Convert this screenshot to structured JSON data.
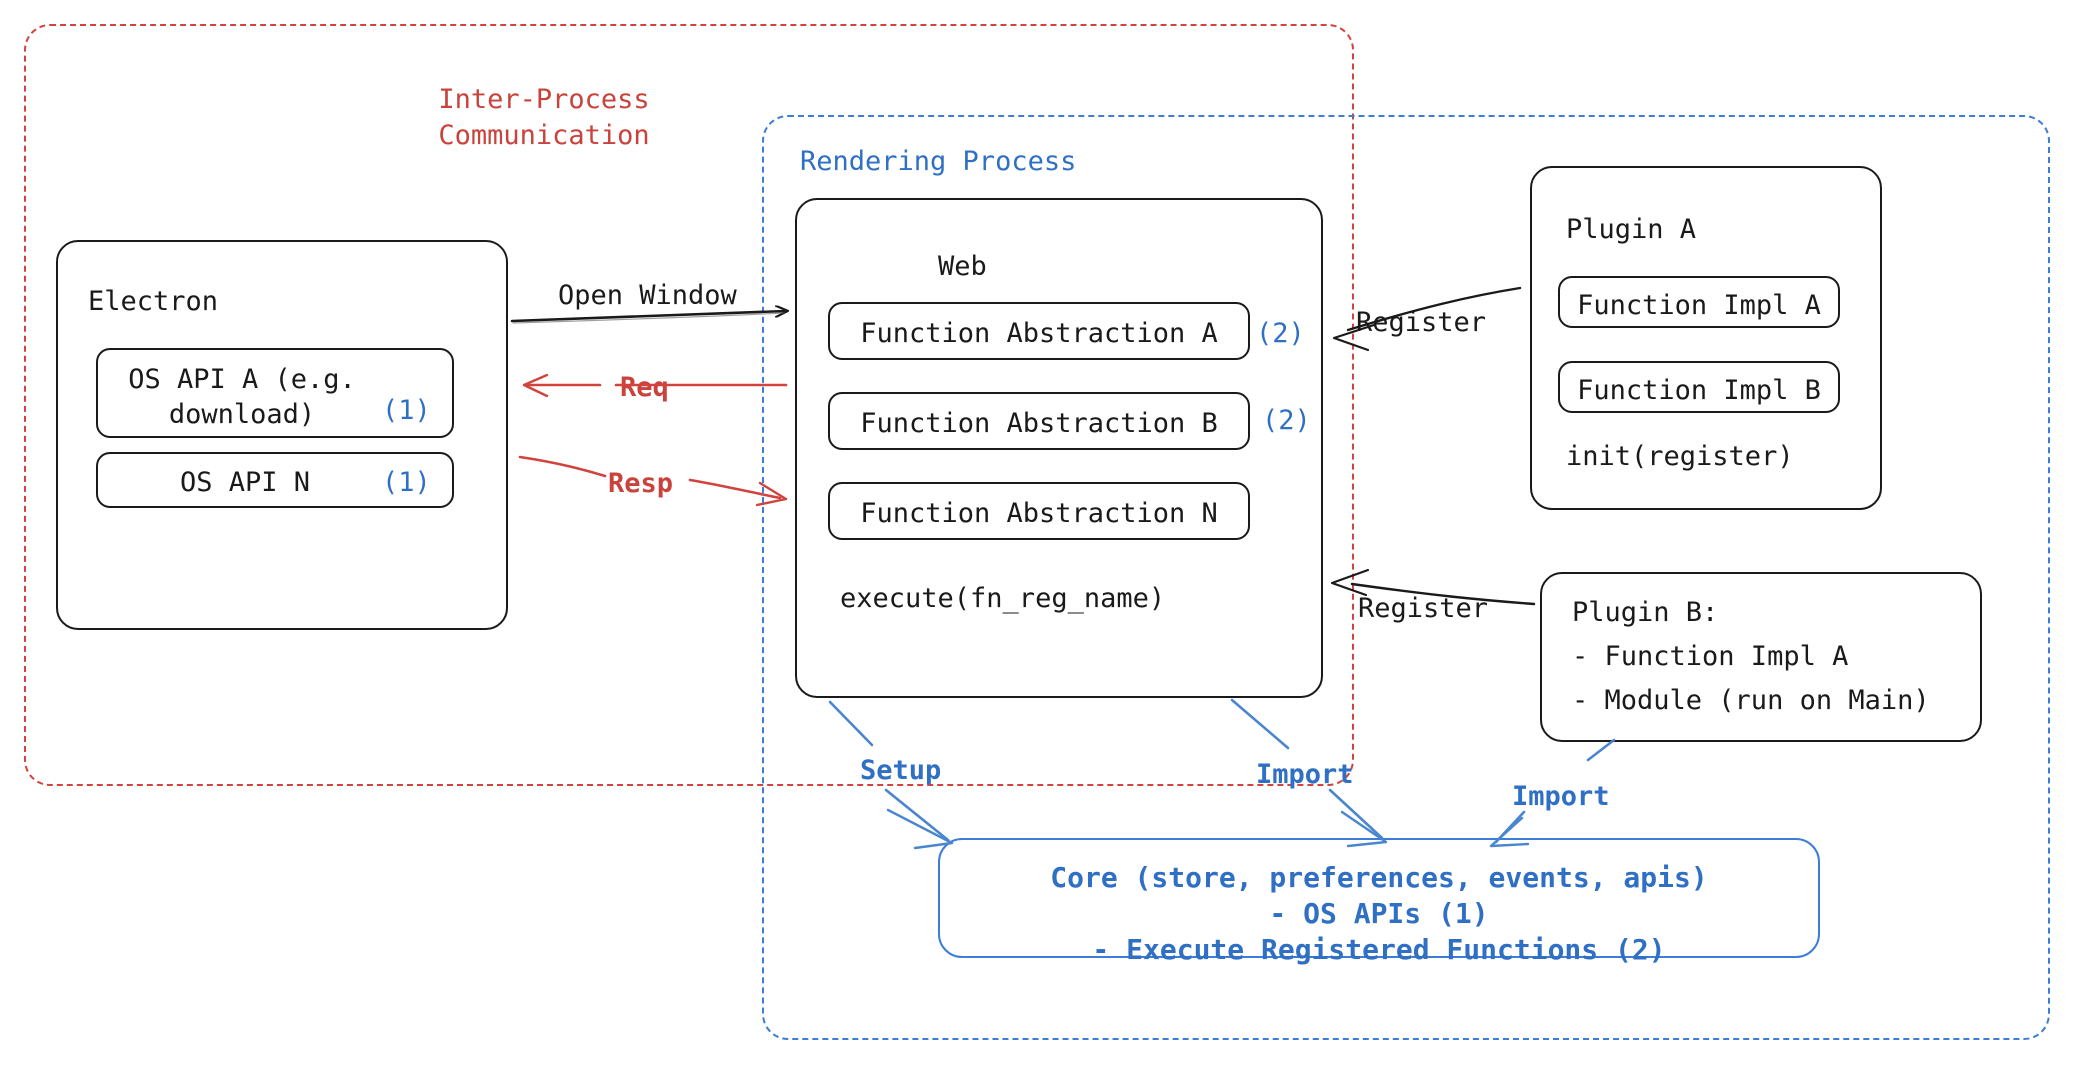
{
  "diagram": {
    "title_hidden": "",
    "containers": {
      "ipc": {
        "label": "Inter-Process\nCommunication",
        "color": "#c9433c",
        "style": "dashed"
      },
      "rendering": {
        "label": "Rendering Process",
        "color": "#2f6fc4",
        "style": "dashed"
      }
    },
    "electron": {
      "title": "Electron",
      "apis": [
        {
          "label": "OS API A (e.g.\ndownload)",
          "mark": "(1)"
        },
        {
          "label": "OS API N",
          "mark": "(1)"
        }
      ]
    },
    "web": {
      "title": "Web",
      "abstractions": [
        {
          "label": "Function Abstraction A",
          "mark": "(2)"
        },
        {
          "label": "Function Abstraction B",
          "mark": "(2)"
        },
        {
          "label": "Function Abstraction N",
          "mark": ""
        }
      ],
      "execute": "execute(fn_reg_name)"
    },
    "plugin_a": {
      "title": "Plugin A",
      "functions": [
        "Function Impl A",
        "Function Impl B"
      ],
      "init": "init(register)"
    },
    "plugin_b": {
      "lines": [
        "Plugin B:",
        "- Function Impl A",
        "- Module (run on Main)"
      ]
    },
    "core": {
      "lines": [
        "Core (store, preferences, events, apis)",
        "- OS APIs (1)",
        "- Execute Registered Functions (2)"
      ],
      "color": "#2f6fc4"
    },
    "edges": {
      "open_window": "Open Window",
      "req": "Req",
      "resp": "Resp",
      "register_a": "Register",
      "register_b": "Register",
      "setup": "Setup",
      "import_web": "Import",
      "import_plugin": "Import"
    },
    "colors": {
      "red": "#c9433c",
      "blue": "#2f6fc4",
      "ink": "#1a1a1a"
    }
  }
}
